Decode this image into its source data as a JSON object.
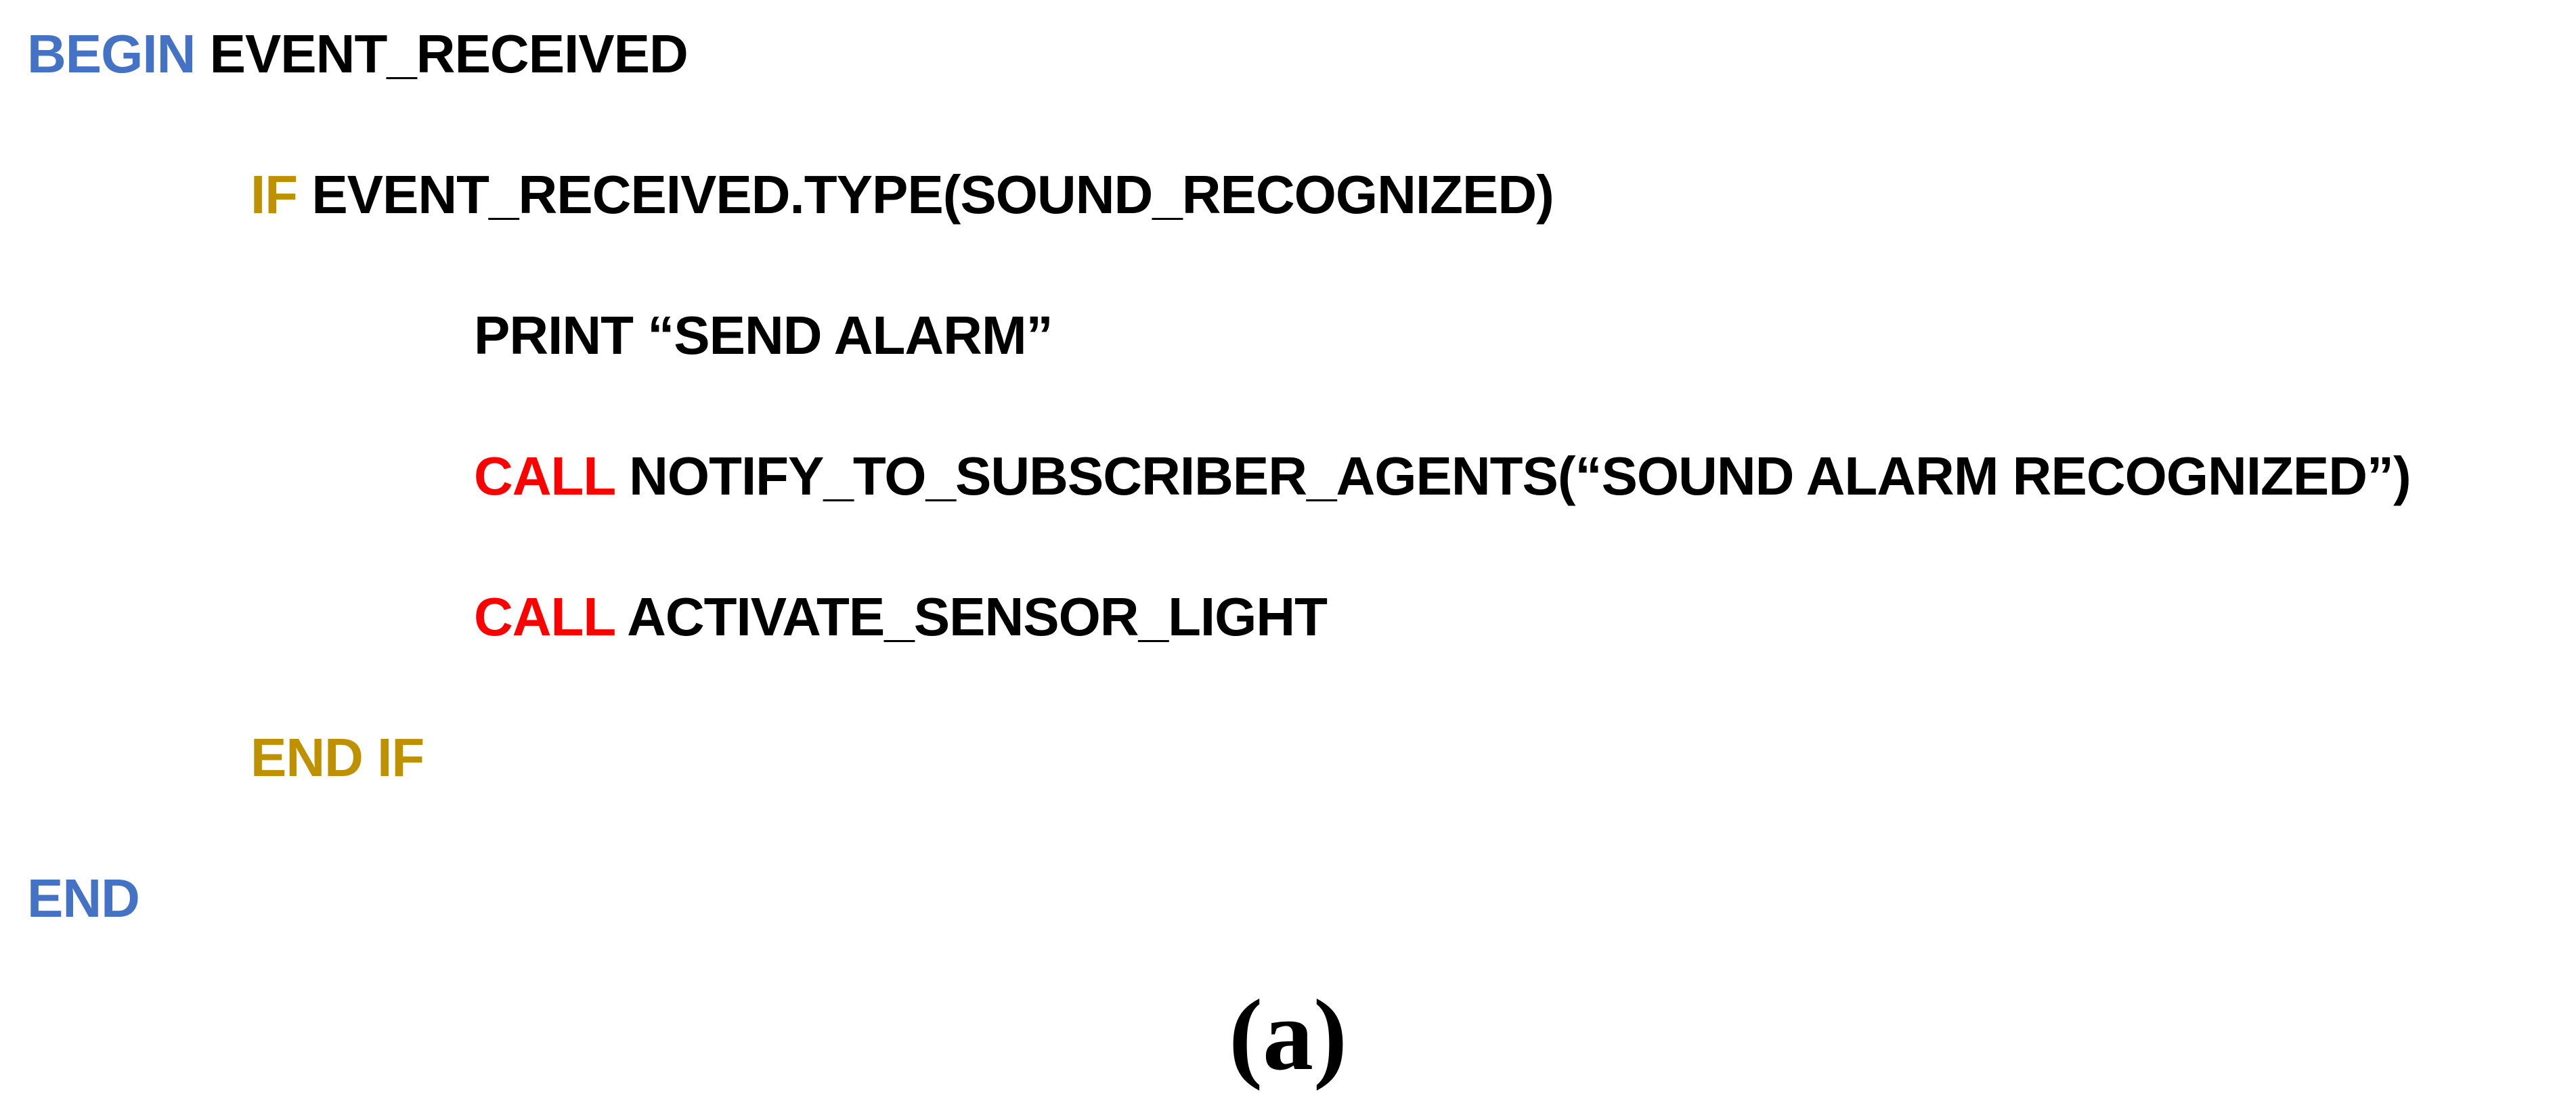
{
  "colors": {
    "begin_end_keyword": "#4472C4",
    "if_keyword": "#BF9000",
    "call_keyword": "#FF0000",
    "text": "#000000",
    "background": "#FFFFFF"
  },
  "code": {
    "line1": {
      "keyword": "BEGIN",
      "text": " EVENT_RECEIVED"
    },
    "line2": {
      "keyword": "IF",
      "text": " EVENT_RECEIVED.TYPE(SOUND_RECOGNIZED)"
    },
    "line3": {
      "text": "PRINT “SEND ALARM”"
    },
    "line4": {
      "keyword": "CALL",
      "text": " NOTIFY_TO_SUBSCRIBER_AGENTS(“SOUND ALARM RECOGNIZED”)"
    },
    "line5": {
      "keyword": "CALL",
      "text": " ACTIVATE_SENSOR_LIGHT"
    },
    "line6": {
      "keyword": "END IF"
    },
    "line7": {
      "keyword": "END"
    }
  },
  "caption": {
    "open_paren": "(",
    "letter": "a",
    "close_paren": ")"
  }
}
